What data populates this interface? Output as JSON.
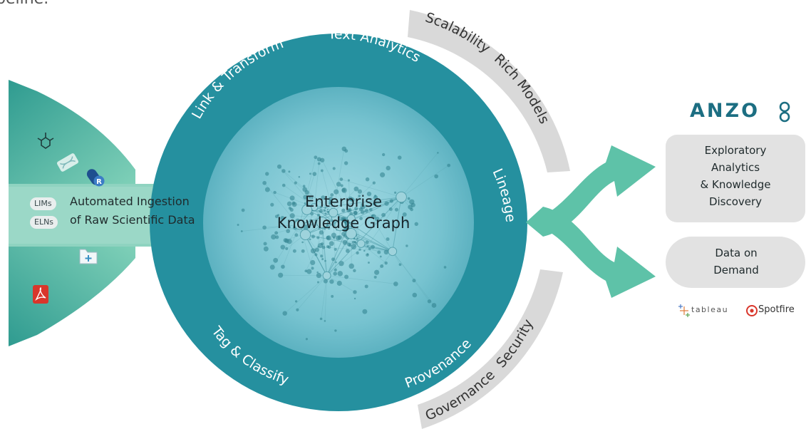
{
  "header_fragment": "peline.",
  "ingestion": {
    "tags": [
      "LIMs",
      "ELNs"
    ],
    "label_line1": "Automated Ingestion",
    "label_line2": "of Raw Scientific Data"
  },
  "hub": {
    "title_line1": "Enterprise",
    "title_line2": "Knowledge Graph",
    "ring_labels": {
      "link_transform": "Link & Transform",
      "text_analytics": "Text Analytics",
      "lineage": "Lineage",
      "provenance": "Provenance",
      "tag_classify": "Tag & Classify"
    }
  },
  "upper_band": {
    "scalability": "Scalability",
    "rich_models": "Rich Models"
  },
  "lower_band": {
    "governance": "Governance",
    "security": "Security"
  },
  "outputs": {
    "logo_text": "ANZO",
    "exploratory": [
      "Exploratory",
      "Analytics",
      "& Knowledge",
      "Discovery"
    ],
    "data_on_demand": [
      "Data on",
      "Demand"
    ],
    "brands": {
      "tableau": "tableau",
      "spotfire": "Spotfire"
    }
  },
  "icons": [
    "molecule-icon",
    "dna-icon",
    "pill-r-icon",
    "folder-plus-icon",
    "pdf-icon",
    "chart-icon",
    "clock-icon",
    "link-icon"
  ],
  "colors": {
    "teal_dark": "#1f8a9a",
    "teal_ring": "#25909f",
    "teal_light": "#7ecfc0",
    "arrow_green": "#5ec2a8",
    "grey_band": "#d9d9d9",
    "anzo_blue": "#1c6e82",
    "pdf_red": "#d9362b"
  }
}
